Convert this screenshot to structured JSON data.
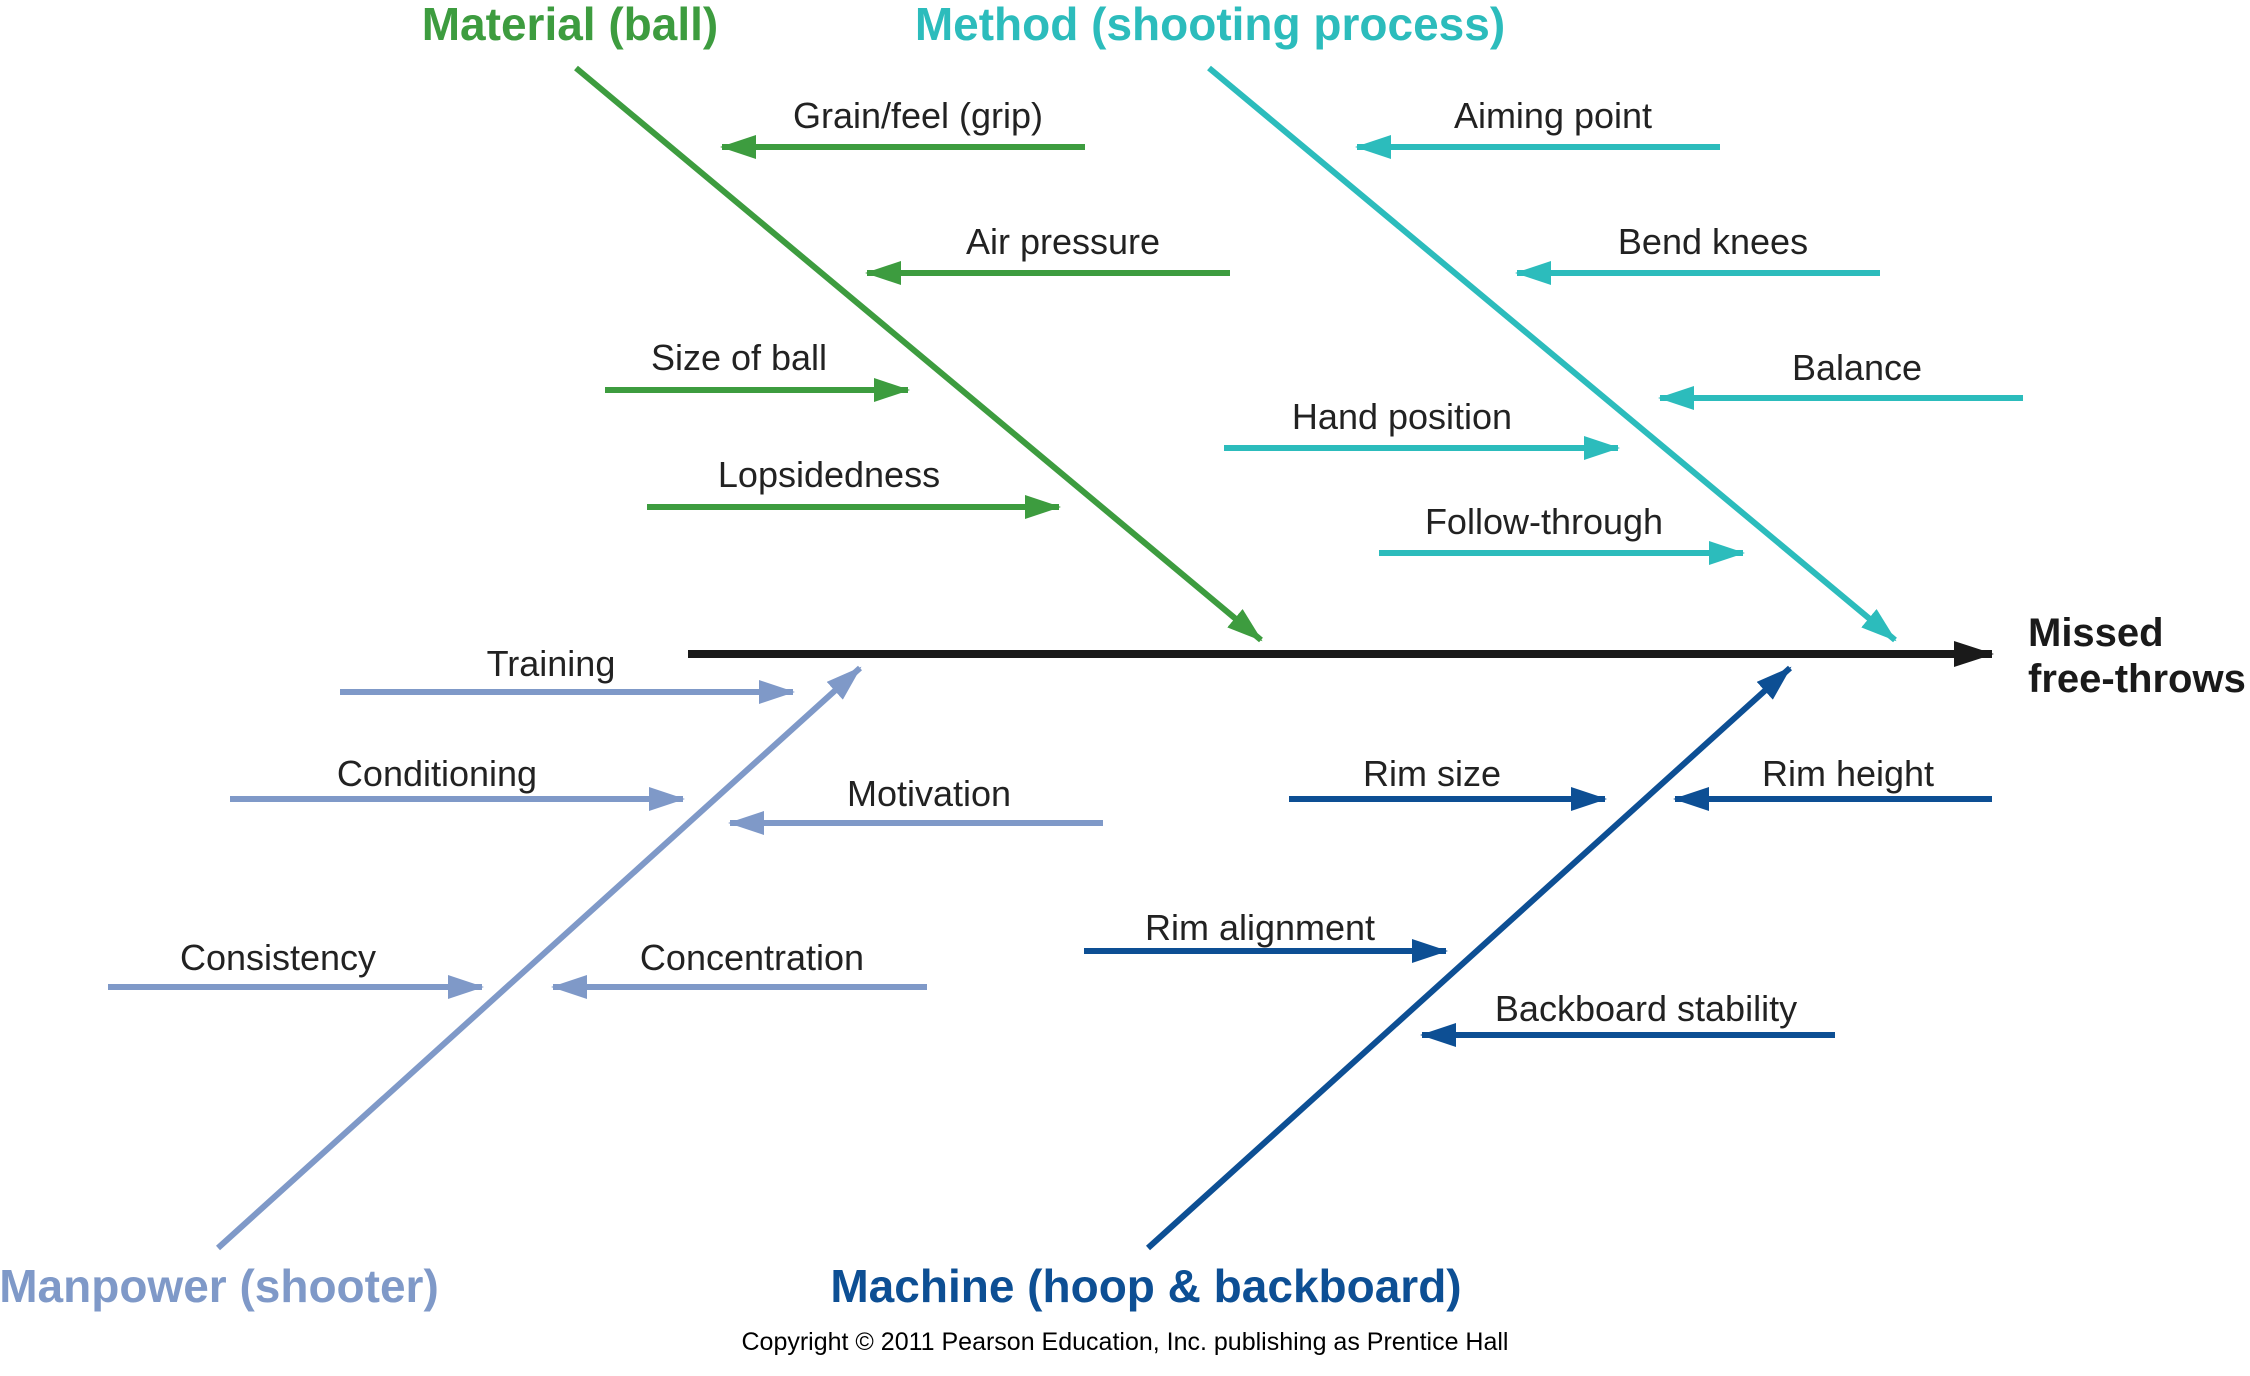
{
  "colors": {
    "material": "#3d9c3f",
    "method": "#2cbcbc",
    "manpower": "#7f99c8",
    "machine": "#0d4f94",
    "spine": "#1a1a1a"
  },
  "effect": {
    "line1": "Missed",
    "line2": "free-throws"
  },
  "categories": {
    "material": {
      "title": "Material (ball)",
      "causes": [
        "Grain/feel (grip)",
        "Air pressure",
        "Size of ball",
        "Lopsidedness"
      ]
    },
    "method": {
      "title": "Method (shooting process)",
      "causes": [
        "Aiming point",
        "Bend knees",
        "Balance",
        "Hand position",
        "Follow-through"
      ]
    },
    "manpower": {
      "title": "Manpower (shooter)",
      "causes": [
        "Training",
        "Conditioning",
        "Motivation",
        "Consistency",
        "Concentration"
      ]
    },
    "machine": {
      "title": "Machine (hoop & backboard)",
      "causes": [
        "Rim size",
        "Rim height",
        "Rim alignment",
        "Backboard stability"
      ]
    }
  },
  "copyright": "Copyright © 2011 Pearson Education, Inc. publishing as Prentice Hall"
}
